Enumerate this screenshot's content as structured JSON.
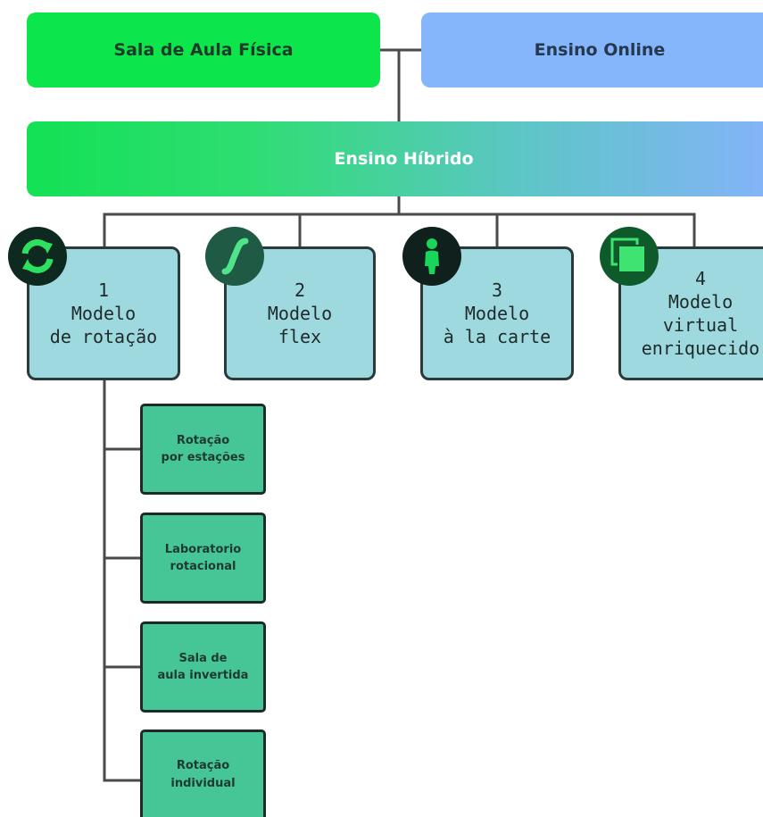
{
  "top": {
    "physical_classroom": "Sala de Aula Física",
    "online_teaching": "Ensino Online"
  },
  "hybrid": {
    "label": "Ensino Híbrido"
  },
  "models": [
    {
      "number": "1",
      "line1": "Modelo",
      "line2": "de rotação",
      "icon": "rotation-arrows-icon"
    },
    {
      "number": "2",
      "line1": "Modelo",
      "line2": "flex",
      "icon": "flex-curve-icon"
    },
    {
      "number": "3",
      "line1": "Modelo",
      "line2": "à la carte",
      "icon": "person-icon"
    },
    {
      "number": "4",
      "line1": "Modelo",
      "line2": "virtual",
      "line3": "enriquecido",
      "icon": "stacked-squares-icon"
    }
  ],
  "rotation_submodels": [
    {
      "line1": "Rotação",
      "line2": "por estações"
    },
    {
      "line1": "Laboratorio",
      "line2": "rotacional"
    },
    {
      "line1": "Sala de",
      "line2": "aula invertida"
    },
    {
      "line1": "Rotação",
      "line2": "individual"
    }
  ],
  "colors": {
    "physical": "#0ce64a",
    "online": "#85b5fa",
    "model_card": "#9ed9df",
    "sub_card": "#46c597",
    "connector": "#4a4a4a"
  }
}
